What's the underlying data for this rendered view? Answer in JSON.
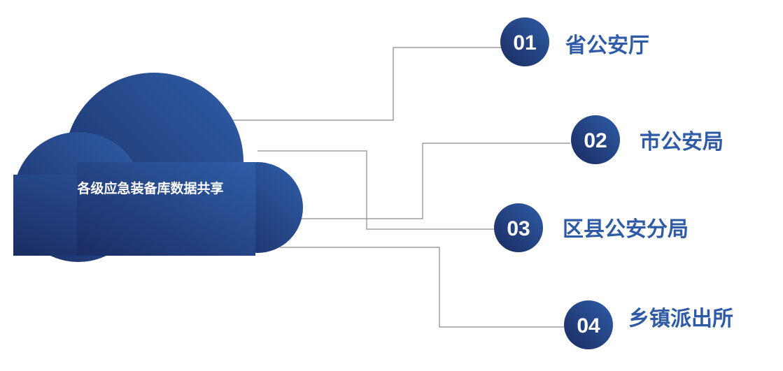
{
  "cloud": {
    "title": "各级应急装备库数据共享"
  },
  "nodes": [
    {
      "number": "01",
      "label": "省公安厅"
    },
    {
      "number": "02",
      "label": "市公安局"
    },
    {
      "number": "03",
      "label": "区县公安分局"
    },
    {
      "number": "04",
      "label": "乡镇派出所"
    }
  ],
  "colors": {
    "cloud_dark": "#1b2d63",
    "cloud_light": "#2f5ea8",
    "badge_dark": "#1a2b60",
    "badge_light": "#2f5ca7",
    "label": "#2e5aa6",
    "connector": "#8a8a8a"
  }
}
